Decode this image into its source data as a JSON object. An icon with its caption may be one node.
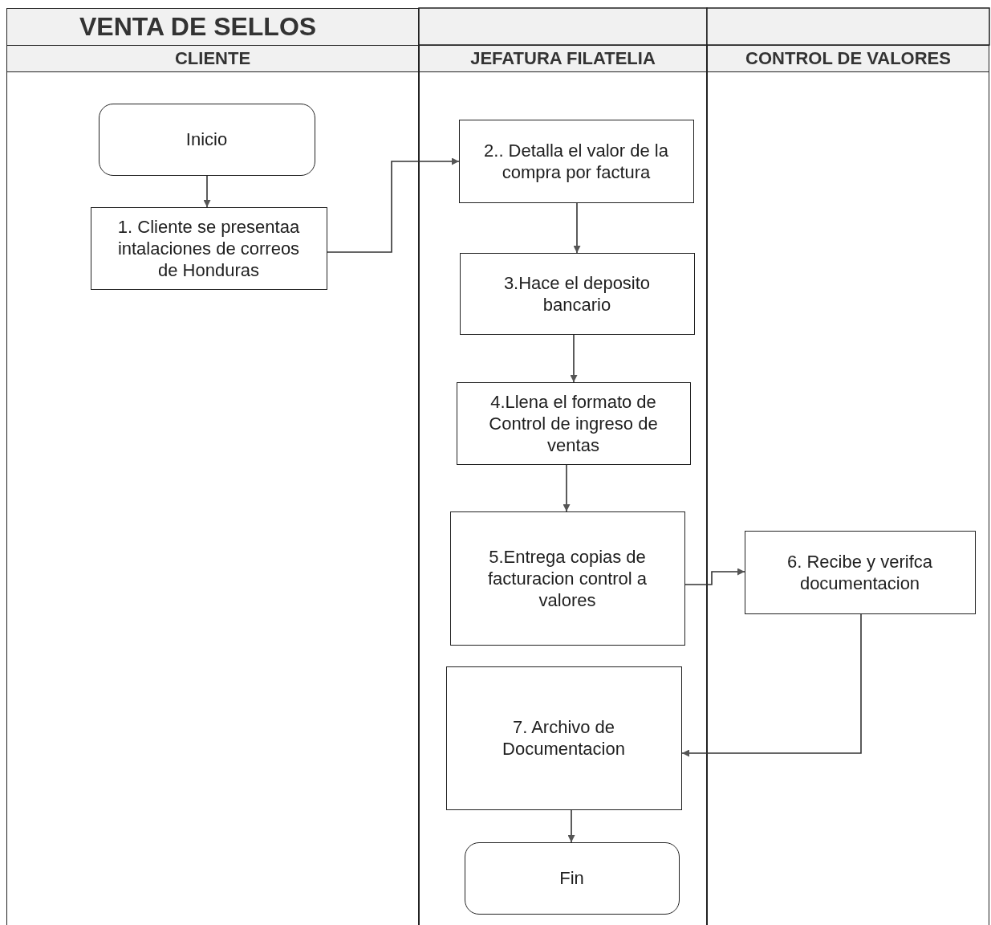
{
  "diagram": {
    "title": "VENTA DE SELLOS",
    "nodes": [
      {
        "text": [
          "CLIENTE"
        ]
      },
      {
        "text": [
          "JEFATURA FILATELIA"
        ]
      },
      {
        "text": [
          "CONTROL DE VALORES"
        ]
      },
      {
        "text": [
          "Inicio"
        ],
        "in": 0
      },
      {
        "text": [
          "1. Cliente se presentaa intalaciones de correos de Honduras"
        ],
        "in": 0
      },
      {
        "text": [
          "2.. Detalla el valor de la compra por factura"
        ],
        "in": 1
      },
      {
        "text": [
          "3.Hace el deposito bancario"
        ],
        "in": 1
      },
      {
        "text": [
          "4.Llena el formato de Control de ingreso de ventas"
        ],
        "in": 1
      },
      {
        "text": [
          "5.Entrega copias de facturacion control a valores"
        ],
        "in": 1
      },
      {
        "text": [
          "6. Recibe y verifca documentacion"
        ],
        "in": 2
      },
      {
        "text": [
          "7. Archivo de Documentacion"
        ],
        "in": 1
      },
      {
        "text": [
          "Fin"
        ],
        "in": 1
      }
    ],
    "edges": [
      {
        "from": 3,
        "to": 4,
        "arrow": "to"
      },
      {
        "from": 4,
        "to": 5,
        "arrow": "to"
      },
      {
        "from": 5,
        "to": 6,
        "arrow": "to"
      },
      {
        "from": 6,
        "to": 7,
        "arrow": "to"
      },
      {
        "from": 7,
        "to": 8,
        "arrow": "to"
      },
      {
        "from": 8,
        "to": 9,
        "arrow": "to"
      },
      {
        "from": 9,
        "to": 10,
        "arrow": "to"
      },
      {
        "from": 10,
        "to": 11,
        "arrow": "to"
      }
    ]
  }
}
